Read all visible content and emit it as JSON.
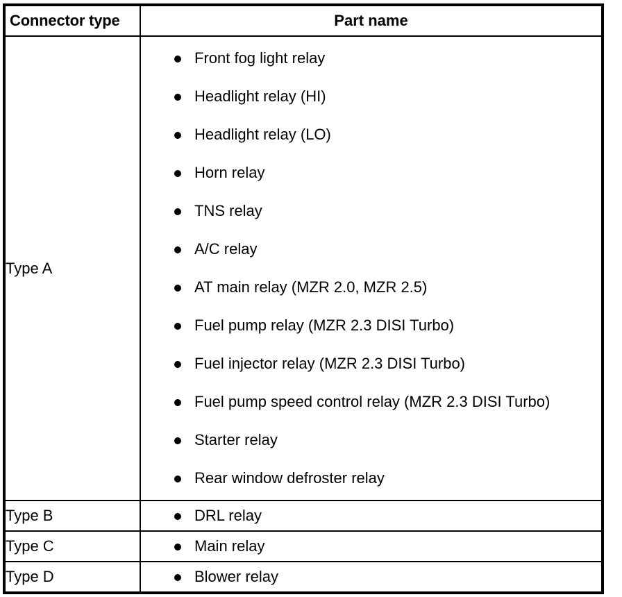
{
  "table": {
    "columns": [
      {
        "key": "connector_type",
        "label": "Connector type",
        "align": "left"
      },
      {
        "key": "part_name",
        "label": "Part name",
        "align": "center"
      }
    ],
    "rows": [
      {
        "connector_type": "Type A",
        "bullet": "bullet-icon",
        "parts": [
          "Front fog light relay",
          "Headlight relay (HI)",
          "Headlight relay (LO)",
          "Horn relay",
          "TNS relay",
          "A/C relay",
          "AT main relay (MZR 2.0, MZR 2.5)",
          "Fuel pump relay (MZR 2.3 DISI Turbo)",
          "Fuel injector relay (MZR 2.3 DISI Turbo)",
          "Fuel pump speed control relay (MZR 2.3 DISI Turbo)",
          "Starter relay",
          "Rear window defroster relay"
        ]
      },
      {
        "connector_type": "Type B",
        "bullet": "bullet-icon",
        "parts": [
          "DRL relay"
        ]
      },
      {
        "connector_type": "Type C",
        "bullet": "bullet-icon",
        "parts": [
          "Main relay"
        ]
      },
      {
        "connector_type": "Type D",
        "bullet": "bullet-icon",
        "parts": [
          "Blower relay"
        ]
      }
    ]
  },
  "style": {
    "border_color": "#000000",
    "text_color": "#000000",
    "background": "#ffffff"
  }
}
